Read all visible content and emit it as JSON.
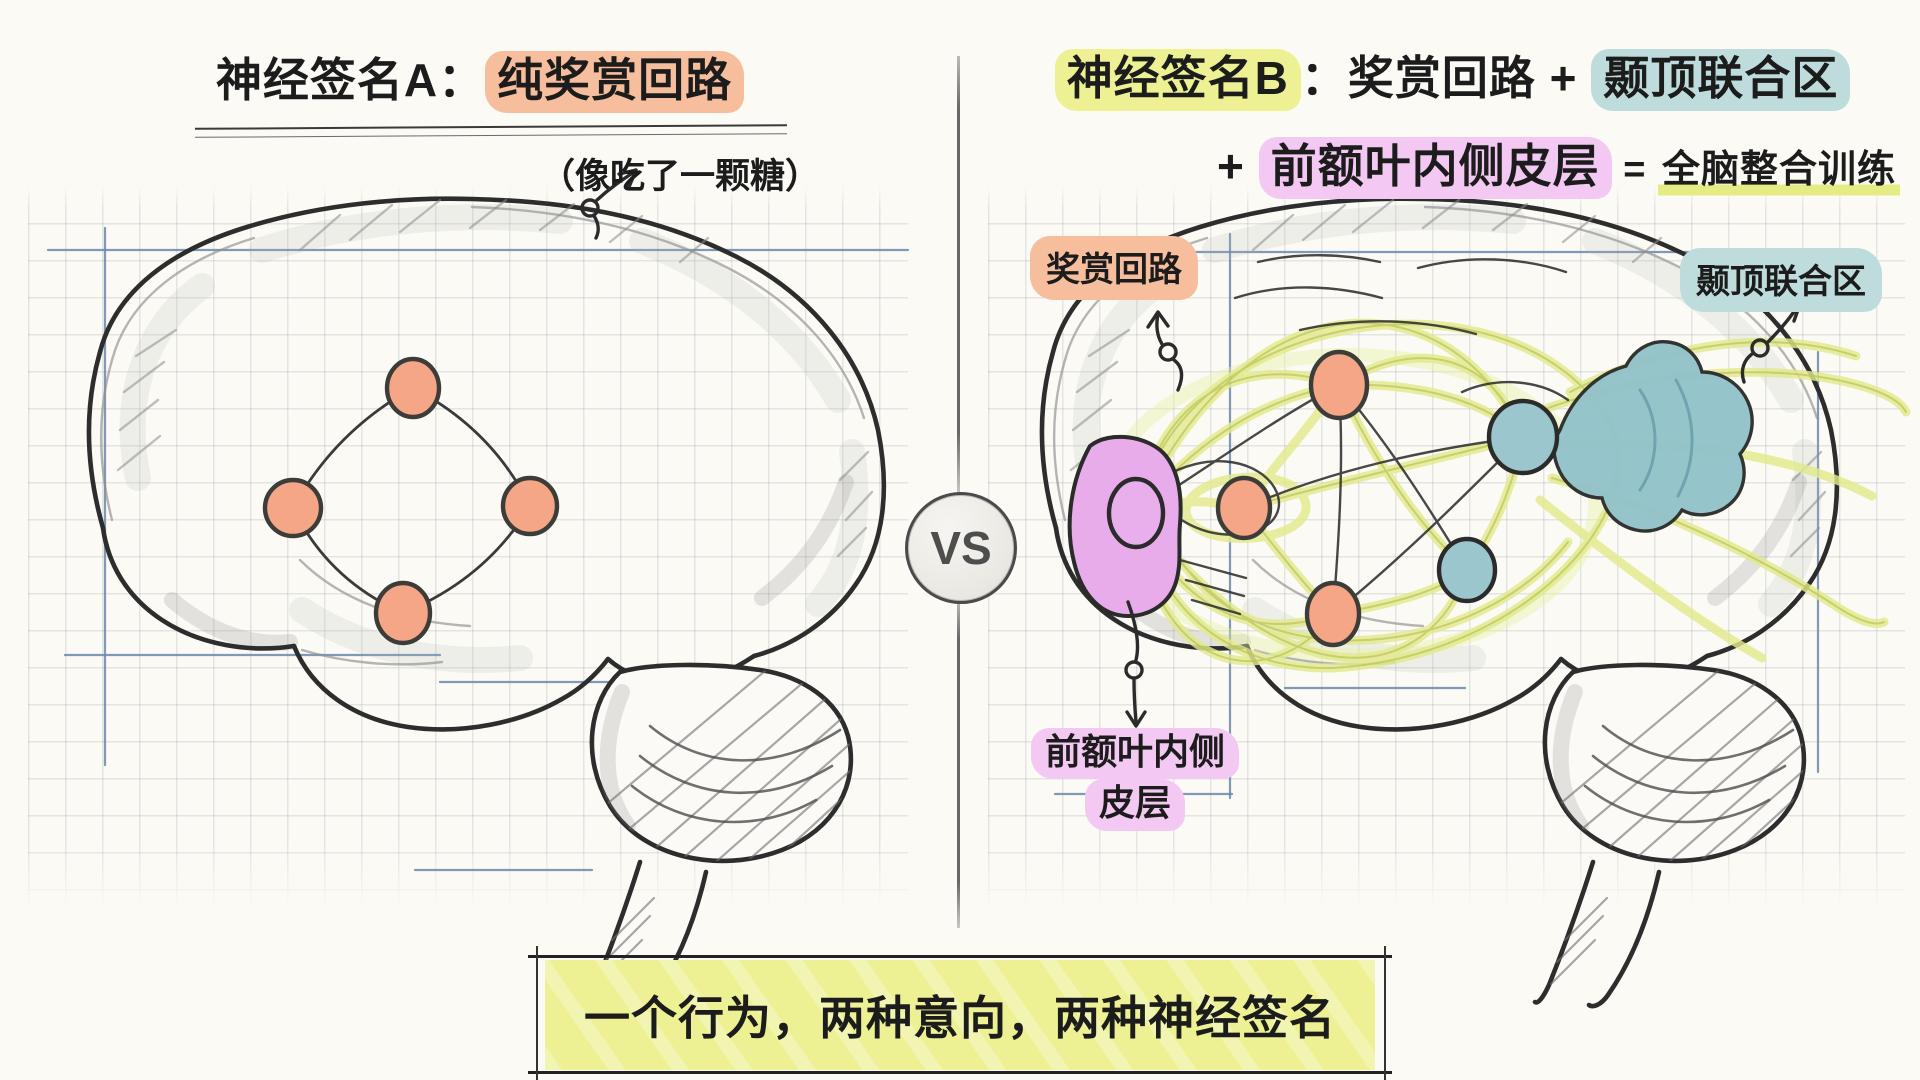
{
  "titles": {
    "left": {
      "prefix": "神经签名A：",
      "highlight": "纯奖赏回路",
      "subtitle": "（像吃了一颗糖）"
    },
    "right": {
      "line1_highlight_name": "神经签名B",
      "line1_mid": "：奖赏回路 +",
      "line1_highlight_region": "颞顶联合区",
      "line2_plus": "+ ",
      "line2_highlight_region": "前额叶内侧皮层",
      "line2_equals": " = ",
      "line2_result": "全脑整合训练"
    }
  },
  "labels": {
    "reward_circuit": "奖赏回路",
    "temporoparietal_junction": "颞顶联合区",
    "mpfc_line1": "前额叶内侧",
    "mpfc_line2": "皮层"
  },
  "divider": {
    "vs": "VS"
  },
  "banner": {
    "text": "一个行为，两种意向，两种神经签名"
  },
  "diagram": {
    "left_brain_nodes": 4,
    "right_brain_orange_nodes": 3,
    "right_brain_teal_nodes": 2,
    "right_brain_pink_nodes": 1
  },
  "colors": {
    "background": "#FBFAF5",
    "highlight_salmon": "#F7BE9D",
    "highlight_yellow": "#EDF193",
    "highlight_teal": "#BEDCDC",
    "highlight_pink": "#F3C8F2",
    "node_orange": "#F4A687",
    "node_teal": "#9CC6CE",
    "node_pink": "#E9AFEC",
    "fiber_yellow": "#E3EA8D",
    "blue_guide": "#6B87AB",
    "sketch_ink": "#2D2D2D"
  }
}
